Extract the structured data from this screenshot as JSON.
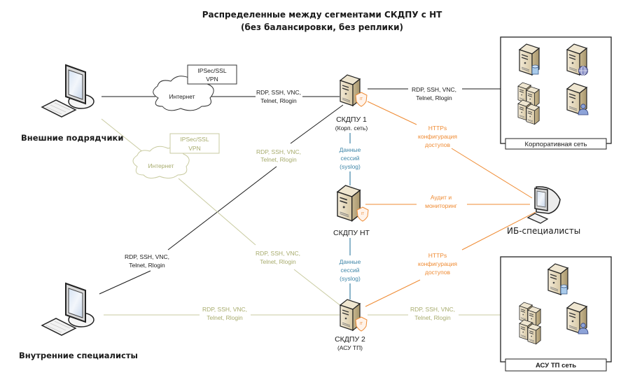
{
  "title": {
    "line1": "Распределенные между сегментами СКДПУ с НТ",
    "line2": "(без балансировки, без реплики)"
  },
  "colors": {
    "dark_line": "#1a1a1a",
    "olive_line": "#c9cba0",
    "olive_text": "#a7ab6c",
    "orange": "#ef8b33",
    "blue": "#3f86a8"
  },
  "actors": {
    "external": {
      "label": "Внешние подрядчики",
      "icon": "workstation-icon"
    },
    "internal": {
      "label": "Внутренние специалисты",
      "icon": "workstation-icon"
    },
    "security": {
      "label": "ИБ-специалисты",
      "icon": "workstation-icon"
    }
  },
  "clouds": {
    "primary": {
      "label": "Интернет",
      "vpn_line1": "IPSec/SSL",
      "vpn_line2": "VPN"
    },
    "secondary": {
      "label": "Интернет",
      "vpn_line1": "IPSec/SSL",
      "vpn_line2": "VPN"
    }
  },
  "nodes": {
    "skdpu1": {
      "name": "СКДПУ 1",
      "sub": "(Корп. сеть)"
    },
    "skdpu_nt": {
      "name": "СКДПУ НТ",
      "sub": ""
    },
    "skdpu2": {
      "name": "СКДПУ 2",
      "sub": "(АСУ ТП)"
    }
  },
  "networks": {
    "corporate": {
      "label": "Корпоративная сеть",
      "servers": [
        "database-server",
        "web-server",
        "server-cluster",
        "user-server"
      ]
    },
    "ics": {
      "label": "АСУ ТП сеть",
      "servers": [
        "database-server",
        "server-cluster",
        "user-server"
      ]
    }
  },
  "labels": {
    "protocols_line1": "RDP, SSH, VNC,",
    "protocols_line2": "Telnet, Rlogin",
    "session_line1": "Данные",
    "session_line2": "сессий",
    "session_line3": "(syslog)",
    "https_line1": "HTTPs",
    "https_line2": "конфигурация",
    "https_line3": "доступов",
    "audit_line1": "Аудит и",
    "audit_line2": "мониторинг"
  }
}
